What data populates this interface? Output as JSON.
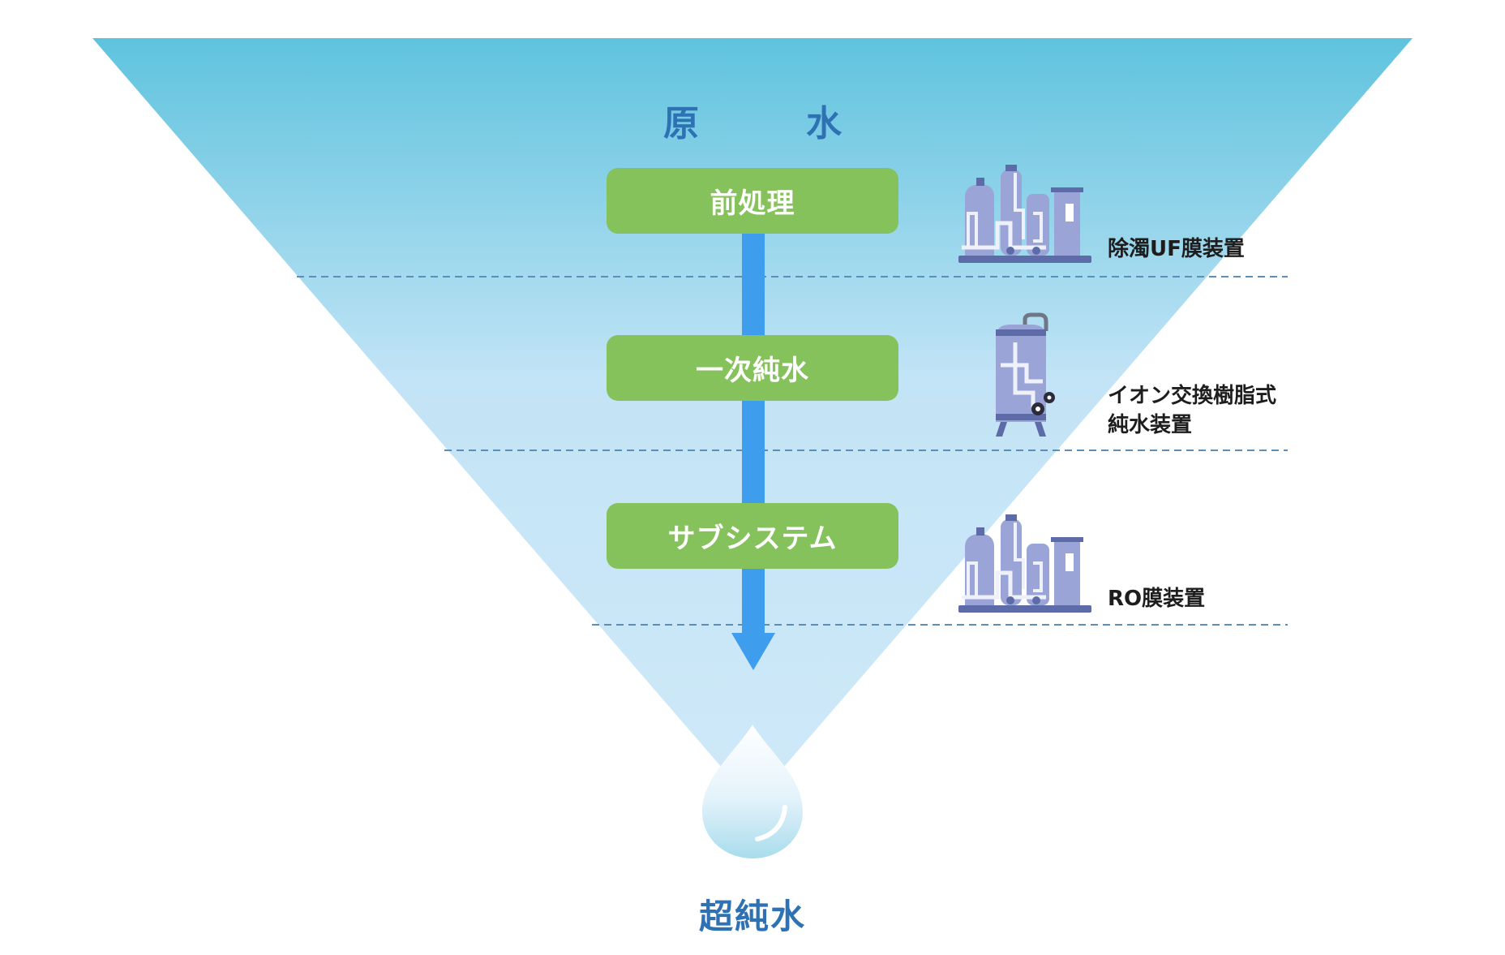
{
  "diagram": {
    "source_label": "原　水",
    "output_label": "超純水",
    "steps": [
      {
        "label": "前処理"
      },
      {
        "label": "一次純水"
      },
      {
        "label": "サブシステム"
      }
    ],
    "equipment": [
      {
        "label_lines": [
          "除濁UF膜装置"
        ],
        "icon": "water-treatment-plant-icon"
      },
      {
        "label_lines": [
          "イオン交換樹脂式",
          "純水装置"
        ],
        "icon": "ion-exchange-tank-icon"
      },
      {
        "label_lines": [
          "RO膜装置"
        ],
        "icon": "water-treatment-plant-icon"
      }
    ]
  },
  "colors": {
    "funnel_top": "#5fc3de",
    "funnel_bottom": "#cfe9f8",
    "step_green": "#86c25b",
    "arrow_blue": "#3f9ded",
    "title_blue": "#2f72b4",
    "dashed_line": "#5b8fb9",
    "equipment_lilac": "#9aa4d6",
    "equipment_dark": "#5d6ba8"
  }
}
